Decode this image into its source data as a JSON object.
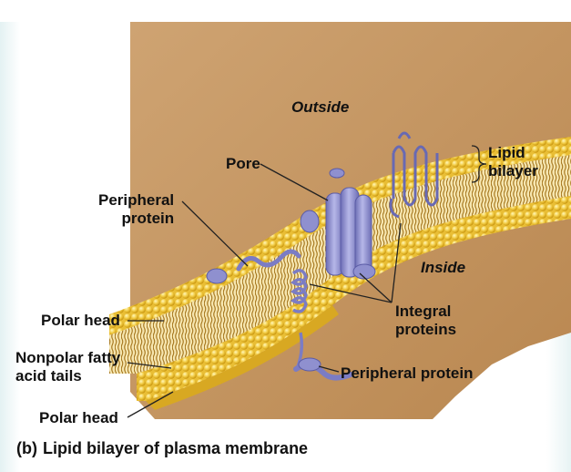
{
  "labels": {
    "outside": "Outside",
    "inside": "Inside",
    "pore": "Pore",
    "peripheral_protein_top": "Peripheral\nprotein",
    "lipid_bilayer": "Lipid\nbilayer",
    "polar_head_top": "Polar head",
    "nonpolar_tails": "Nonpolar fatty\nacid tails",
    "polar_head_bottom": "Polar head",
    "integral_proteins": "Integral\nproteins",
    "peripheral_protein_bottom": "Peripheral protein"
  },
  "caption": {
    "tag": "(b)",
    "text": "Lipid bilayer of plasma membrane"
  },
  "colors": {
    "extracellular": "#c99a63",
    "head": "#f2cc45",
    "head_shadow": "#c9960f",
    "tails": "#b7882a",
    "protein": "#8f90cf",
    "protein_dark": "#5b5ca6"
  }
}
